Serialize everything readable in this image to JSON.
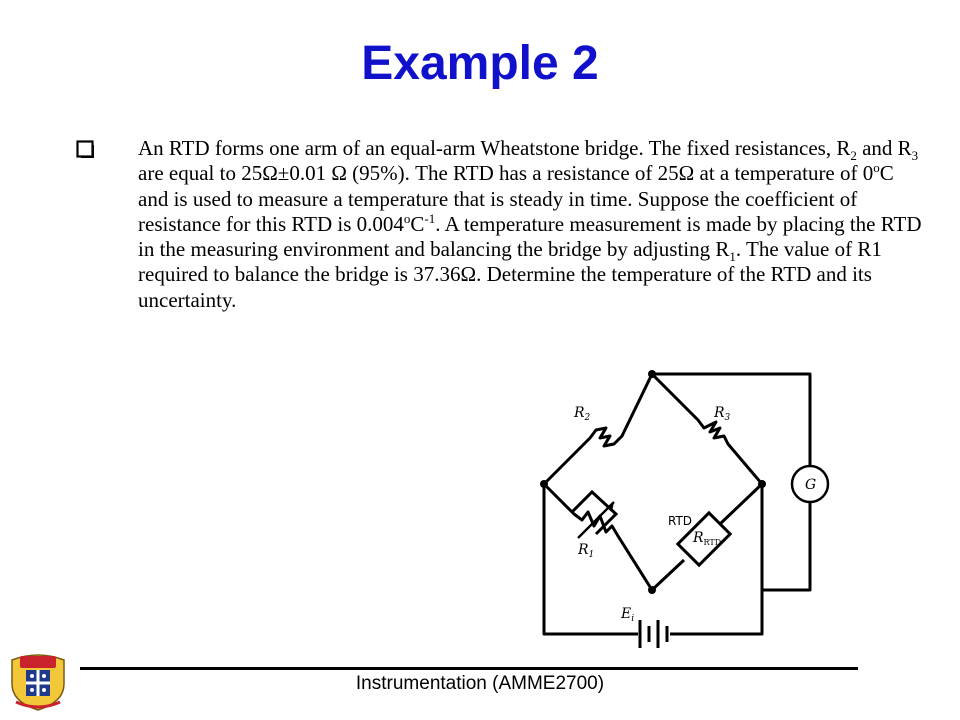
{
  "slide": {
    "title": "Example 2",
    "footer": "Instrumentation (AMME2700)"
  },
  "problem": {
    "t1": "An RTD forms one arm of an equal-arm Wheatstone bridge. The fixed resistances, R",
    "s1": "2",
    "t2": " and R",
    "s2": "3",
    "t3": " are equal to 25Ω±0.01 Ω (95%). The RTD has a resistance of 25Ω at a temperature of 0",
    "s3": "o",
    "t4": "C and is used to measure a temperature that is steady in time. Suppose the coefficient of resistance for this RTD is 0.004",
    "s4": "o",
    "t5": "C",
    "s5": "-1",
    "t6": ". A temperature measurement is made by placing the RTD in the measuring environment and balancing the bridge by adjusting R",
    "s6": "1",
    "t7": ". The value of R1 required to balance the bridge is 37.36Ω. Determine the temperature of the RTD and its uncertainty."
  },
  "circuit": {
    "r2_main": "R",
    "r2_sub": "2",
    "r3_main": "R",
    "r3_sub": "3",
    "r1_main": "R",
    "r1_sub": "1",
    "rtd_label": "RTD",
    "rrtd_main": "R",
    "rrtd_sub": "RTD",
    "g_label": "G",
    "ei_main": "E",
    "ei_sub": "i"
  }
}
